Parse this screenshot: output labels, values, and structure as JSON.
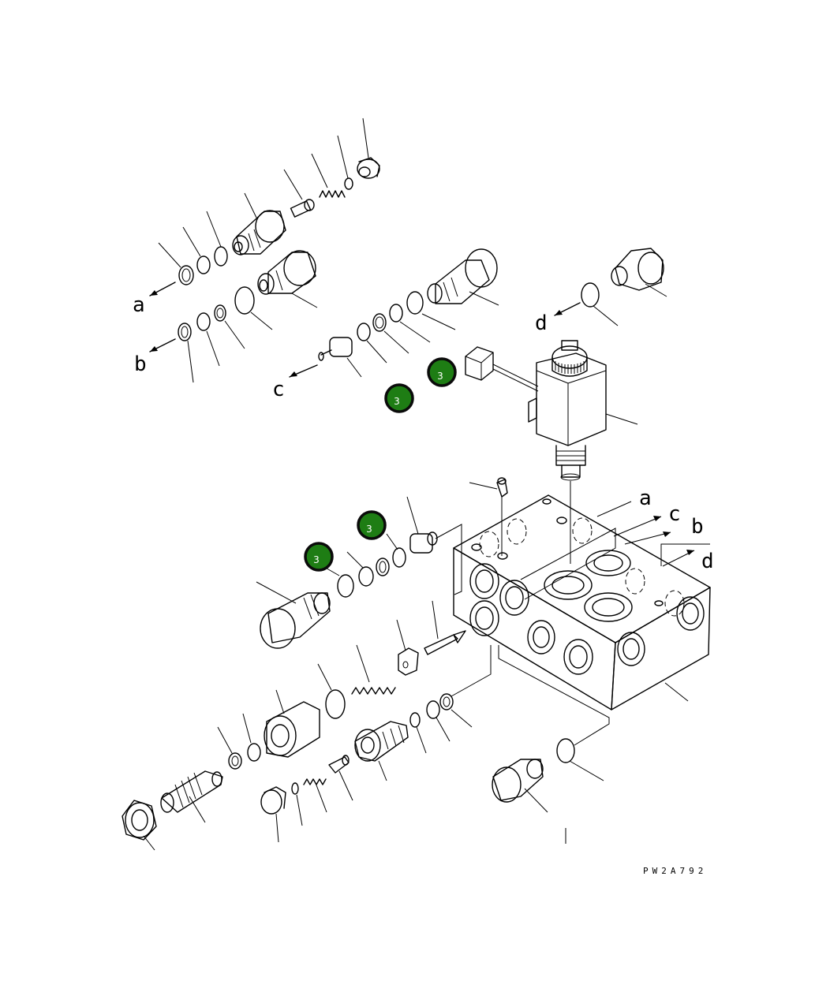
{
  "drawing_code": "PW2A792",
  "callout_labels": {
    "a_left": "a",
    "b_left": "b",
    "c_left": "c",
    "d_left": "d",
    "a_right": "a",
    "c_right": "c",
    "b_right": "b",
    "d_right": "d"
  },
  "badges": [
    {
      "number": "3",
      "color": "#1e7d14"
    },
    {
      "number": "3",
      "color": "#1e7d14"
    },
    {
      "number": "3",
      "color": "#1e7d14"
    },
    {
      "number": "3",
      "color": "#1e7d14"
    }
  ]
}
